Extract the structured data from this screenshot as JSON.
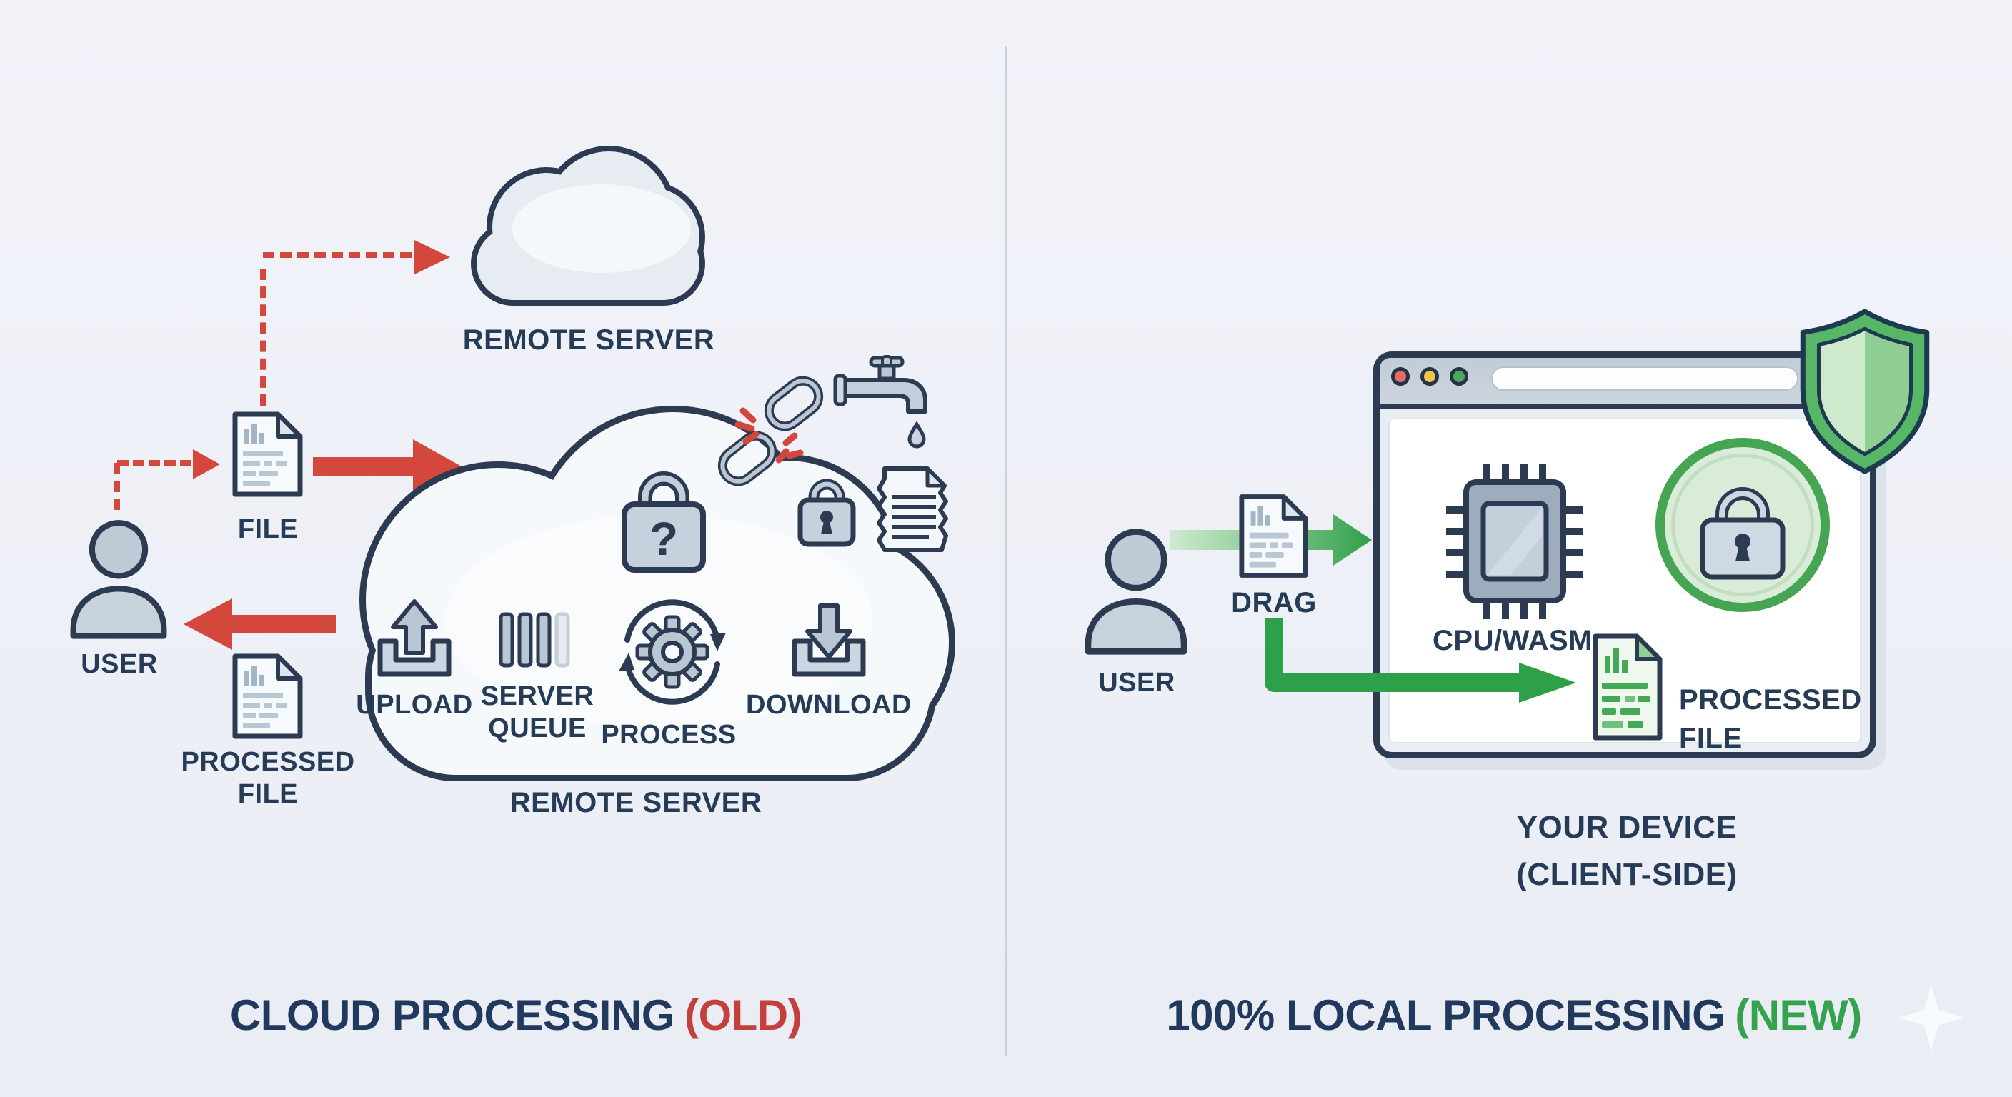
{
  "left": {
    "remote_server_top_label": "REMOTE SERVER",
    "file_label": "FILE",
    "user_label": "USER",
    "processed_file_line1": "PROCESSED",
    "processed_file_line2": "FILE",
    "cloud_label": "REMOTE SERVER",
    "upload_label": "UPLOAD",
    "queue_line1": "SERVER",
    "queue_line2": "QUEUE",
    "process_label": "PROCESS",
    "download_label": "DOWNLOAD",
    "lock_question_mark": "?",
    "title_main": "CLOUD PROCESSING",
    "title_suffix": "(OLD)"
  },
  "right": {
    "user_label": "USER",
    "drag_label": "DRAG",
    "cpu_label": "CPU/WASM",
    "processed_file_line1": "PROCESSED",
    "processed_file_line2": "FILE",
    "device_line1": "YOUR DEVICE",
    "device_line2": "(CLIENT-SIDE)",
    "title_main": "100% LOCAL PROCESSING",
    "title_suffix": "(NEW)"
  },
  "colors": {
    "background": "#edf0f6",
    "outline_navy": "#2c3b52",
    "text_navy": "#263b55",
    "accent_red": "#d4473d",
    "accent_green": "#36a14c",
    "title_old_red": "#c4403a",
    "title_new_green": "#35a24d",
    "shield_green": "#58b766",
    "badge_ring_green": "#46a553",
    "traffic_red": "#e66a66",
    "traffic_yellow": "#efc344",
    "traffic_green": "#4aa85c"
  }
}
